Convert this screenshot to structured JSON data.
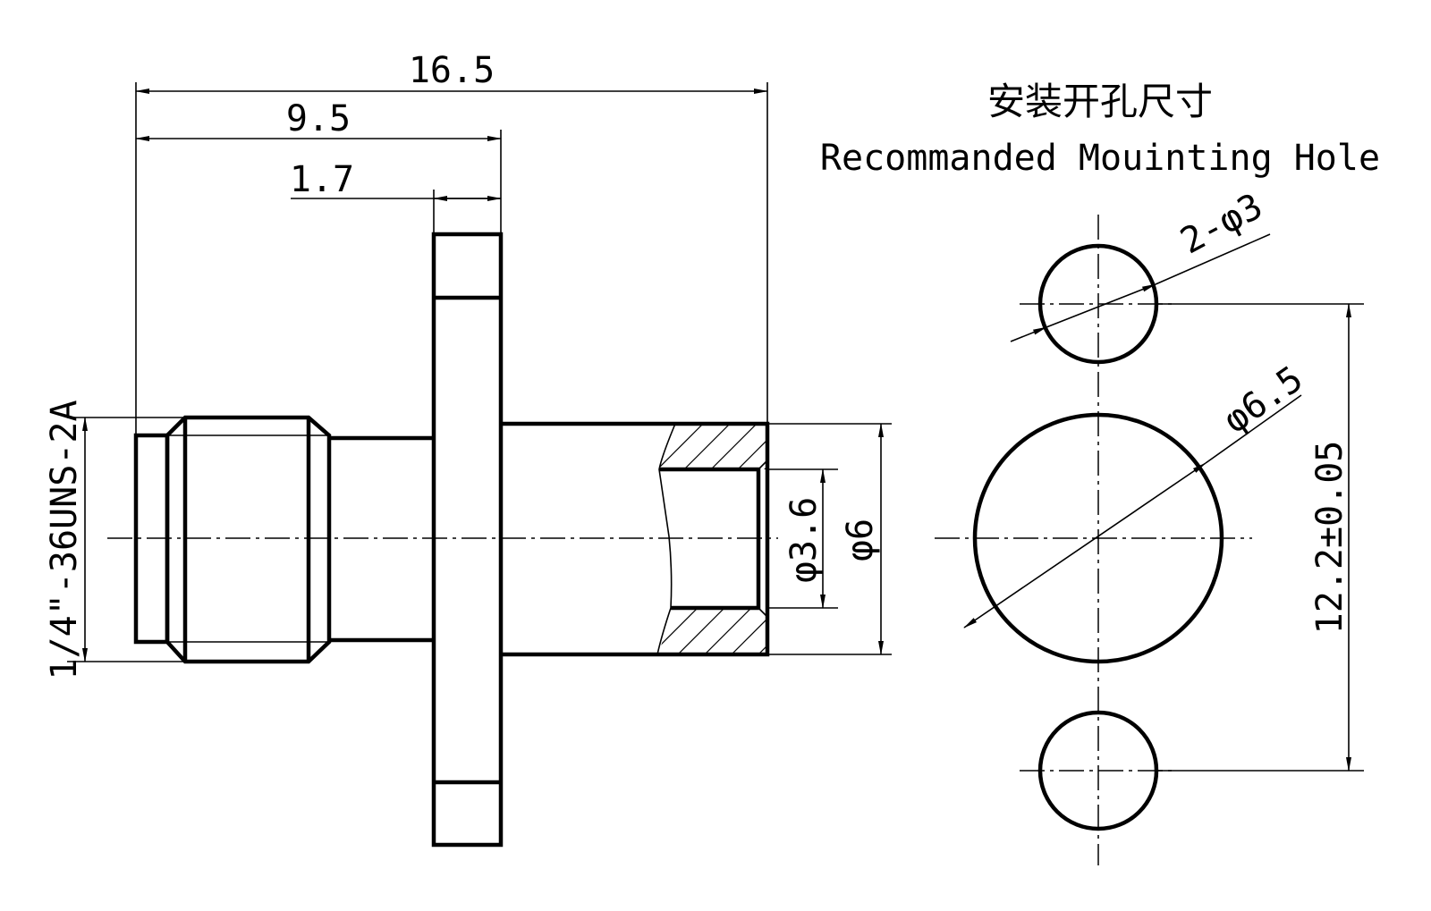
{
  "title_cn": "安装开孔尺寸",
  "title_en": "Recommanded Mouinting Hole",
  "dims": {
    "overall_length": "16.5",
    "to_flange": "9.5",
    "flange_thickness": "1.7",
    "thread": "1/4\"-36UNS-2A",
    "bore_dia": "φ3.6",
    "body_dia": "φ6",
    "small_holes": "2-φ3",
    "center_hole": "φ6.5",
    "hole_spacing": "12.2±0.05"
  }
}
